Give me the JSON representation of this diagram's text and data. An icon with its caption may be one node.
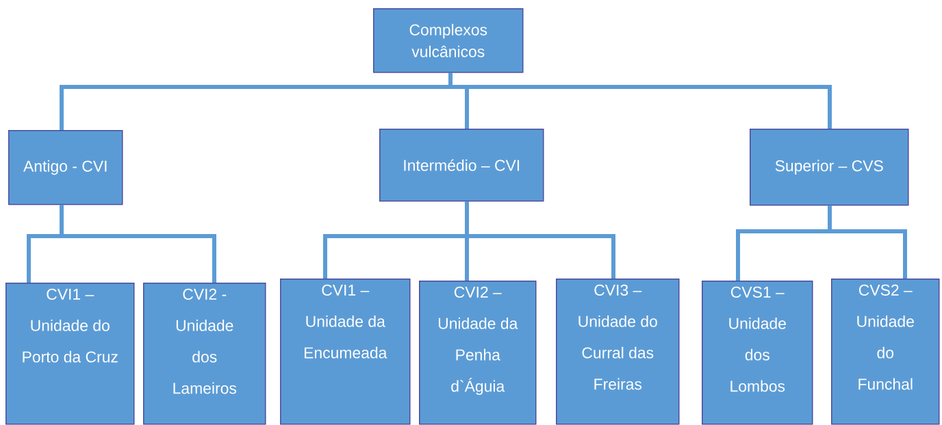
{
  "diagram": {
    "nodes": [
      {
        "text": [
          "Complexos vulcânicos"
        ]
      },
      {
        "text": [
          "Antigo - CVI"
        ]
      },
      {
        "text": [
          "Intermédio – CVI"
        ]
      },
      {
        "text": [
          "Superior – CVS"
        ]
      },
      {
        "text": [
          "CVI1 –",
          "Unidade do Porto da Cruz"
        ]
      },
      {
        "text": [
          "CVI2 -",
          "Unidade dos Lameiros"
        ]
      },
      {
        "text": [
          "CVI1 –",
          "Unidade da Encumeada"
        ]
      },
      {
        "text": [
          "CVI2 –",
          "Unidade da Penha d`Águia"
        ]
      },
      {
        "text": [
          "CVI3 –",
          "Unidade do Curral das Freiras"
        ]
      },
      {
        "text": [
          "CVS1 –",
          "Unidade dos Lombos"
        ]
      },
      {
        "text": [
          "CVS2 –",
          "Unidade do Funchal"
        ]
      }
    ],
    "edges": [
      {
        "from": 0,
        "to": 1,
        "arrow": "none"
      },
      {
        "from": 0,
        "to": 2,
        "arrow": "none"
      },
      {
        "from": 0,
        "to": 3,
        "arrow": "none"
      },
      {
        "from": 1,
        "to": 4,
        "arrow": "none"
      },
      {
        "from": 1,
        "to": 5,
        "arrow": "none"
      },
      {
        "from": 2,
        "to": 6,
        "arrow": "none"
      },
      {
        "from": 2,
        "to": 7,
        "arrow": "none"
      },
      {
        "from": 2,
        "to": 8,
        "arrow": "none"
      },
      {
        "from": 3,
        "to": 9,
        "arrow": "none"
      },
      {
        "from": 3,
        "to": 10,
        "arrow": "none"
      }
    ]
  }
}
